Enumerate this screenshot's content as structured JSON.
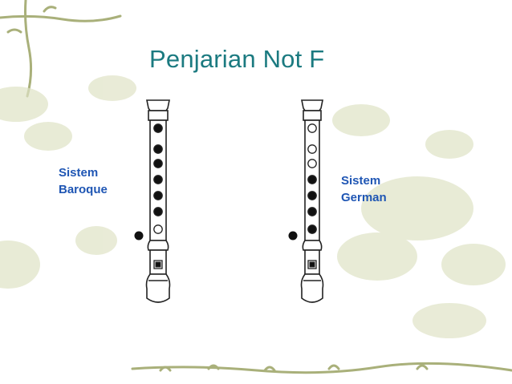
{
  "slide": {
    "title": "Penjarian Not F"
  },
  "labels": {
    "baroque": {
      "line1": "Sistem",
      "line2": "Baroque"
    },
    "german": {
      "line1": "Sistem",
      "line2": "German"
    }
  },
  "fingering": {
    "baroque": {
      "thumb_closed": true,
      "holes": [
        true,
        true,
        true,
        true,
        true,
        true,
        false,
        true
      ]
    },
    "german": {
      "thumb_closed": true,
      "holes": [
        false,
        false,
        false,
        true,
        true,
        true,
        true,
        true
      ]
    }
  },
  "colors": {
    "title": "#1b7a80",
    "label": "#1f56b4",
    "hole_filled": "#111111",
    "outline": "#222222",
    "vine": "#a9b07a"
  }
}
